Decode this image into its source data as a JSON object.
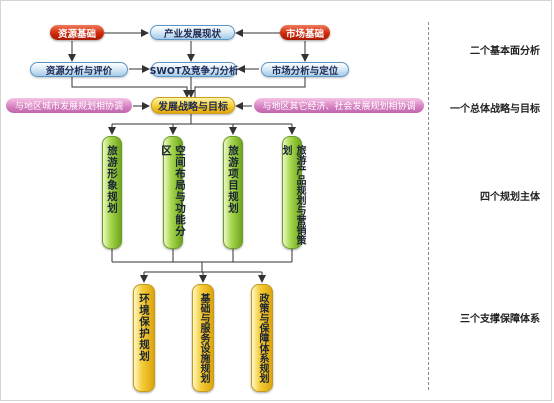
{
  "diagram": {
    "top_row": {
      "resource_base": "资源基础",
      "industry_status": "产业发展现状",
      "market_base": "市场基础"
    },
    "second_row": {
      "resource_analysis": "资源分析与评价",
      "swot": "SWOT及竞争力分析",
      "market_analysis": "市场分析与定位"
    },
    "third_row": {
      "left_coord": "与地区城市发展规划相协调",
      "strategy": "发展战略与目标",
      "right_coord": "与地区其它经济、社会发展规划相协调"
    },
    "main_bodies": [
      "旅游形象规划",
      "空间布局与功能分区",
      "旅游项目规划",
      "旅游产品规划与营销策划"
    ],
    "support_systems": [
      "环境保护规划",
      "基础与服务设施规划",
      "政策与保障体系规划"
    ]
  },
  "side_labels": {
    "basic_analysis": "二个基本面分析",
    "overall_strategy": "一个总体战略与目标",
    "four_bodies": "四个规划主体",
    "three_systems": "三个支撑保障体系"
  },
  "colors": {
    "red": "#d02a0c",
    "blue": "#a6cbe6",
    "pink": "#d57ec0",
    "green": "#a8d850",
    "yellow": "#f4cc38"
  }
}
